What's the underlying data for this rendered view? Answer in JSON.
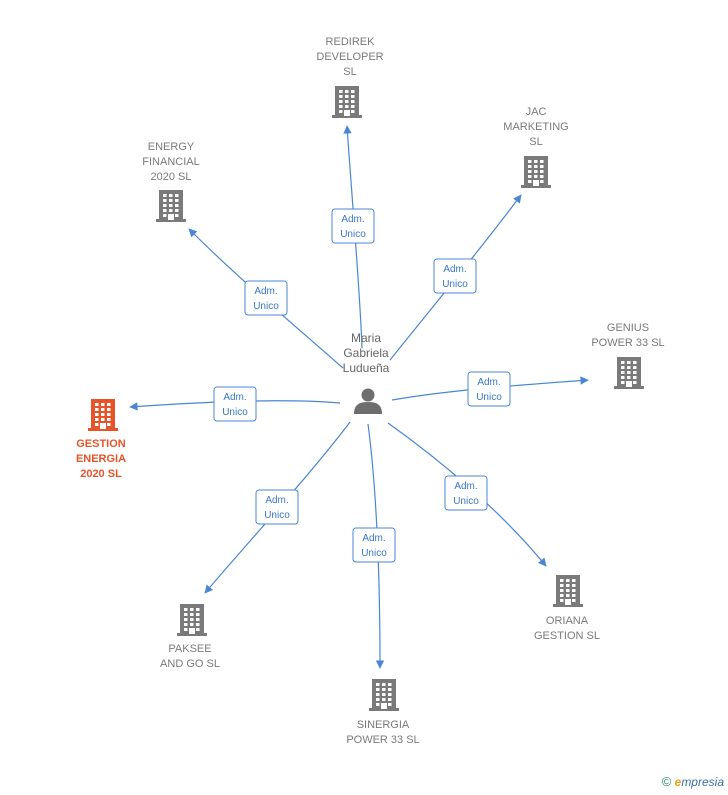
{
  "center": {
    "name_lines": [
      "Maria",
      "Gabriela",
      "Ludueña"
    ],
    "icon": "person-icon"
  },
  "colors": {
    "edge": "#4a86d4",
    "building": "#7a7a7a",
    "building_focus": "#e8542a"
  },
  "companies": [
    {
      "id": "redirek",
      "name_lines": [
        "REDIREK",
        "DEVELOPER",
        "SL"
      ],
      "relation": [
        "Adm.",
        "Unico"
      ],
      "focus": false
    },
    {
      "id": "jac",
      "name_lines": [
        "JAC",
        "MARKETING",
        "SL"
      ],
      "relation": [
        "Adm.",
        "Unico"
      ],
      "focus": false
    },
    {
      "id": "energy",
      "name_lines": [
        "ENERGY",
        "FINANCIAL",
        "2020  SL"
      ],
      "relation": [
        "Adm.",
        "Unico"
      ],
      "focus": false
    },
    {
      "id": "genius",
      "name_lines": [
        "GENIUS",
        "POWER 33  SL"
      ],
      "relation": [
        "Adm.",
        "Unico"
      ],
      "focus": false
    },
    {
      "id": "gestion",
      "name_lines": [
        "GESTION",
        "ENERGIA",
        "2020  SL"
      ],
      "relation": [
        "Adm.",
        "Unico"
      ],
      "focus": true
    },
    {
      "id": "oriana",
      "name_lines": [
        "ORIANA",
        "GESTION  SL"
      ],
      "relation": [
        "Adm.",
        "Unico"
      ],
      "focus": false
    },
    {
      "id": "paksee",
      "name_lines": [
        "PAKSEE",
        "AND GO  SL"
      ],
      "relation": [
        "Adm.",
        "Unico"
      ],
      "focus": false
    },
    {
      "id": "sinergia",
      "name_lines": [
        "SINERGIA",
        "POWER 33  SL"
      ],
      "relation": [
        "Adm.",
        "Unico"
      ],
      "focus": false
    }
  ],
  "footer": {
    "copyright": "©",
    "brand_initial": "e",
    "brand_rest": "mpresia"
  }
}
